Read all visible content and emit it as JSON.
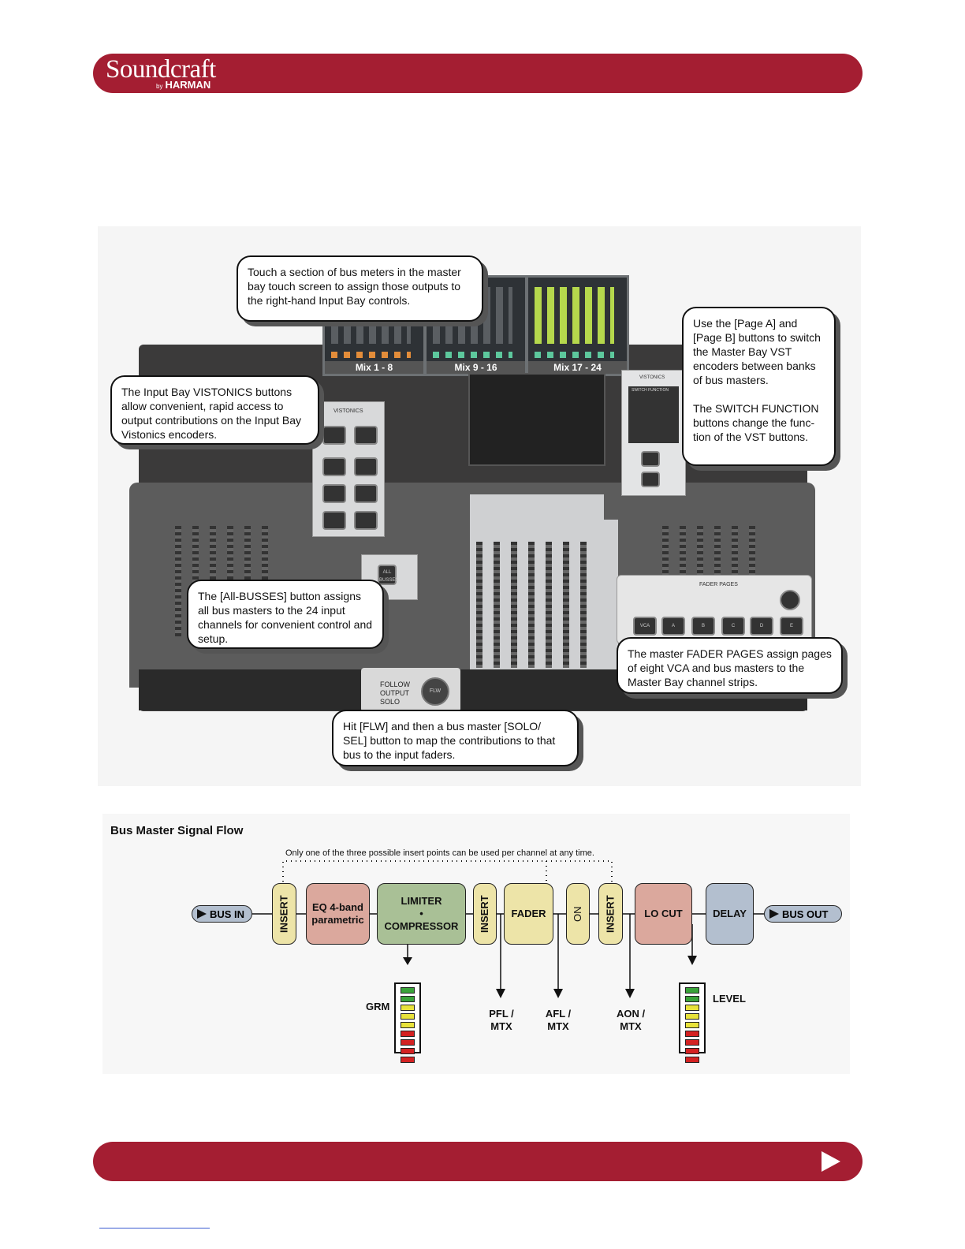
{
  "header": {
    "brand": "Soundcraft",
    "by": "by",
    "parent": "HARMAN"
  },
  "figure": {
    "screens": [
      "Mix 1 - 8",
      "Mix 9 - 16",
      "Mix 17 - 24"
    ],
    "vistonics_label": "VISTONICS",
    "switch_function_label": "SWITCH FUNCTION",
    "fader_pages_label": "FADER PAGES",
    "fader_pages_buttons": [
      "VCA",
      "A",
      "B",
      "C",
      "D",
      "E"
    ],
    "flw_panel_text": "FOLLOW OUTPUT SOLO",
    "flw_button": "FLW",
    "all_busses_button": "ALL BUSSES",
    "callouts": {
      "bus_meters": "Touch a section of bus meters in the master bay touch screen to assign those outputs to the right-hand Input Bay controls.",
      "vistonics": "The Input Bay VISTONICS buttons allow convenient, rapid access to output contributions on the Input Bay Vistonics encoders.",
      "page_ab": "Use the [Page A] and [Page B] buttons to switch the Master Bay VST encoders between banks of bus masters.",
      "switch_function": "The SWITCH FUNCTION buttons change the func- tion of the VST buttons.",
      "all_busses": "The [All-BUSSES] button assigns all bus masters to the 24 input channels for convenient control and setup.",
      "fader_pages": "The master FADER PAGES assign pages of eight VCA and bus masters to the Master Bay channel strips.",
      "flw": "Hit [FLW] and then a bus master [SOLO/ SEL] button to map the contributions to that bus to the input faders."
    }
  },
  "diagram": {
    "title": "Bus Master Signal Flow",
    "note": "Only one of the three possible insert points can be used per channel at any time.",
    "bus_in": "BUS IN",
    "bus_out": "BUS OUT",
    "blocks": {
      "insert1": "INSERT",
      "eq": "EQ 4-band parametric",
      "limiter_line1": "LIMITER",
      "limiter_dot": "•",
      "limiter_line2": "COMPRESSOR",
      "insert2": "INSERT",
      "fader": "FADER",
      "on": "ON",
      "insert3": "INSERT",
      "locut": "LO CUT",
      "delay": "DELAY"
    },
    "outputs": {
      "grm": "GRM",
      "pfl": "PFL / MTX",
      "afl": "AFL / MTX",
      "aon": "AON / MTX",
      "level": "LEVEL"
    },
    "colors": {
      "insert": "#ede4a8",
      "eq": "#dba89d",
      "limiter": "#a9c096",
      "fader": "#ede4a8",
      "on": "#ede4a8",
      "locut": "#dba89d",
      "delay": "#b3bfcf",
      "bus_pill": "#b3bfcf",
      "brand_red": "#a41e32"
    },
    "meter_led_colors": [
      "#3aa33a",
      "#3aa33a",
      "#e8e23a",
      "#e8e23a",
      "#e8e23a",
      "#d42222",
      "#d42222",
      "#d42222",
      "#d42222"
    ]
  },
  "footer": {
    "next_icon": "play-triangle-icon"
  }
}
